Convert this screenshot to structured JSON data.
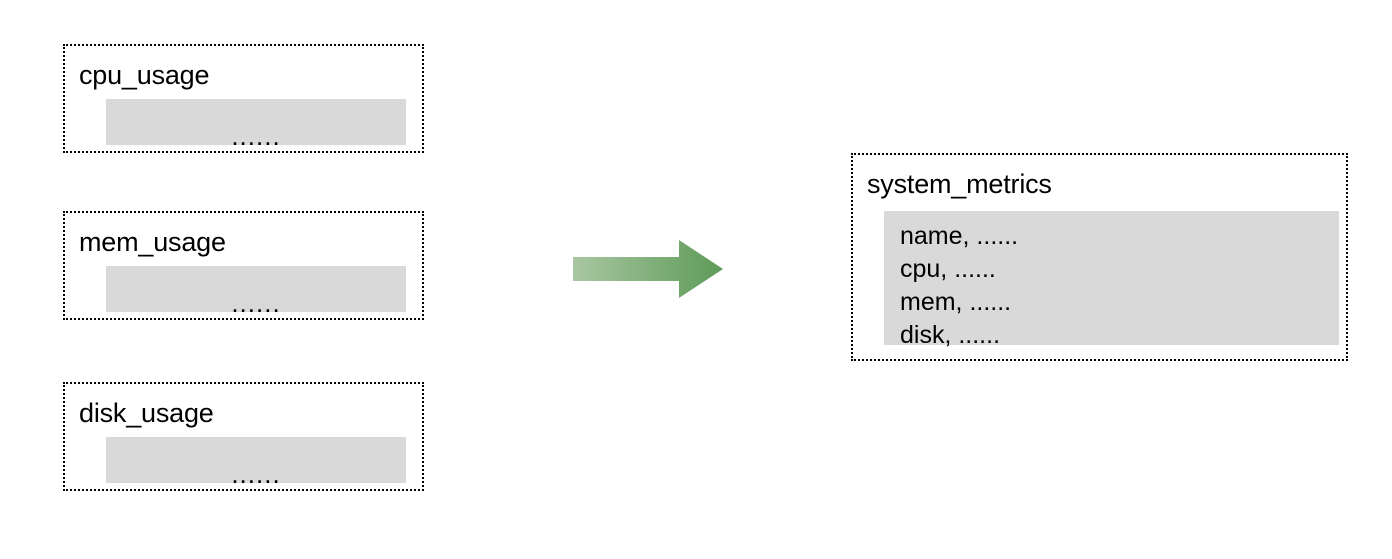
{
  "diagram": {
    "type": "data-merge-flow",
    "background_color": "#ffffff",
    "sources": [
      {
        "id": "cpu-usage",
        "title": "cpu_usage",
        "payload_text": "......",
        "payload_color": "#d9d9d9",
        "border_style": "dotted"
      },
      {
        "id": "mem-usage",
        "title": "mem_usage",
        "payload_text": "......",
        "payload_color": "#d9d9d9",
        "border_style": "dotted"
      },
      {
        "id": "disk-usage",
        "title": "disk_usage",
        "payload_text": "......",
        "payload_color": "#d9d9d9",
        "border_style": "dotted"
      }
    ],
    "connector": {
      "name": "flow-arrow",
      "direction": "right",
      "gradient_start_color": "#9dbe96",
      "gradient_end_color": "#5e9b59"
    },
    "target": {
      "id": "system-metrics",
      "title": "system_metrics",
      "payload_color": "#d9d9d9",
      "border_style": "dotted",
      "fields": [
        "name, ......",
        "cpu, ......",
        "mem, ......",
        "disk, ......"
      ]
    }
  }
}
